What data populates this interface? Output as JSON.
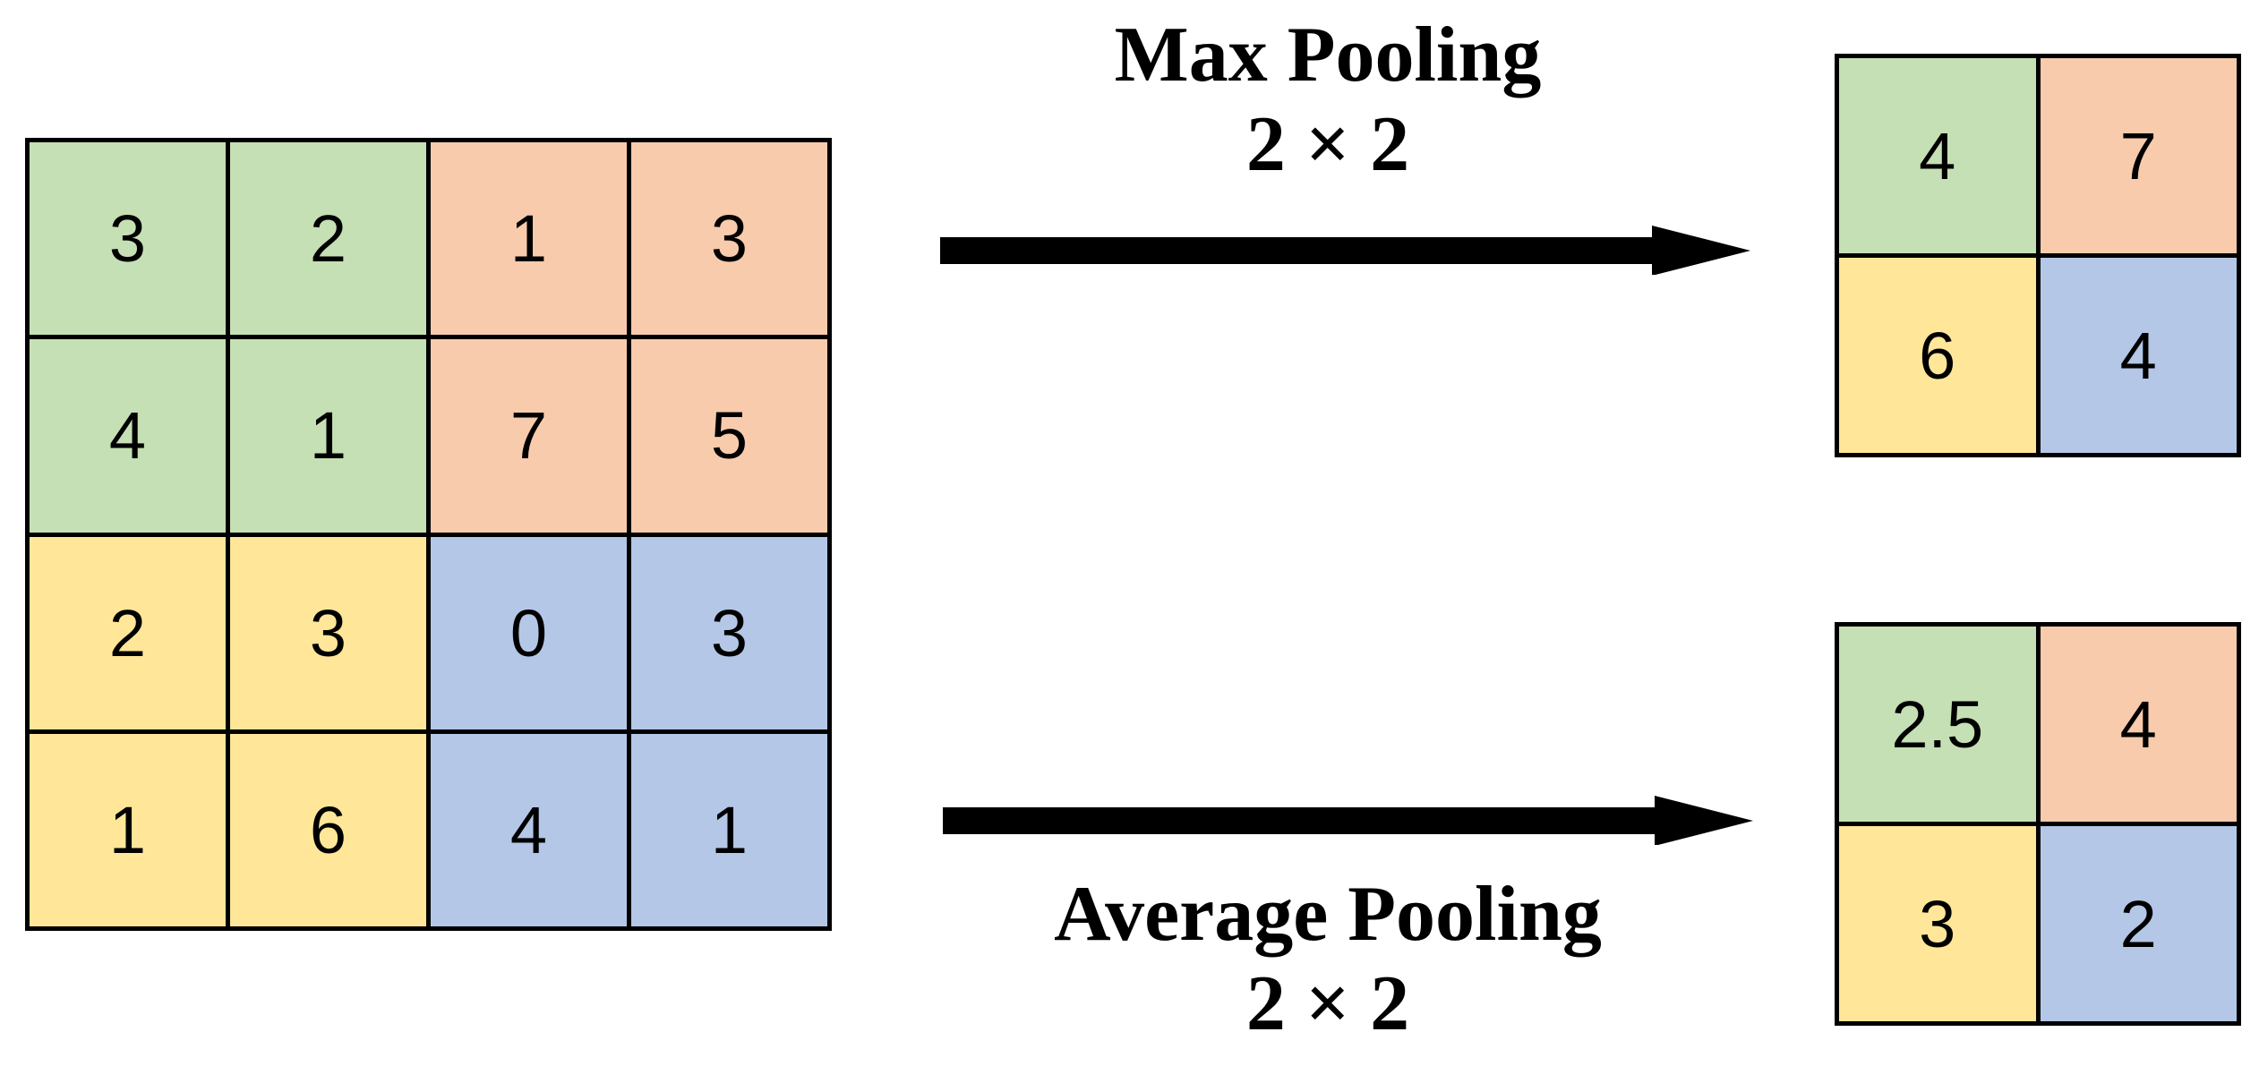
{
  "colors": {
    "green": "#c5e0b4",
    "orange": "#f8cbad",
    "yellow": "#ffe699",
    "blue": "#b4c7e7"
  },
  "input_matrix": [
    [
      {
        "v": "3",
        "c": "green"
      },
      {
        "v": "2",
        "c": "green"
      },
      {
        "v": "1",
        "c": "orange"
      },
      {
        "v": "3",
        "c": "orange"
      }
    ],
    [
      {
        "v": "4",
        "c": "green"
      },
      {
        "v": "1",
        "c": "green"
      },
      {
        "v": "7",
        "c": "orange"
      },
      {
        "v": "5",
        "c": "orange"
      }
    ],
    [
      {
        "v": "2",
        "c": "yellow"
      },
      {
        "v": "3",
        "c": "yellow"
      },
      {
        "v": "0",
        "c": "blue"
      },
      {
        "v": "3",
        "c": "blue"
      }
    ],
    [
      {
        "v": "1",
        "c": "yellow"
      },
      {
        "v": "6",
        "c": "yellow"
      },
      {
        "v": "4",
        "c": "blue"
      },
      {
        "v": "1",
        "c": "blue"
      }
    ]
  ],
  "max_pooling": {
    "title": "Max Pooling",
    "size": "2 × 2",
    "result": [
      [
        {
          "v": "4",
          "c": "green"
        },
        {
          "v": "7",
          "c": "orange"
        }
      ],
      [
        {
          "v": "6",
          "c": "yellow"
        },
        {
          "v": "4",
          "c": "blue"
        }
      ]
    ]
  },
  "average_pooling": {
    "title": "Average Pooling",
    "size": "2 × 2",
    "result": [
      [
        {
          "v": "2.5",
          "c": "green"
        },
        {
          "v": "4",
          "c": "orange"
        }
      ],
      [
        {
          "v": "3",
          "c": "yellow"
        },
        {
          "v": "2",
          "c": "blue"
        }
      ]
    ]
  }
}
